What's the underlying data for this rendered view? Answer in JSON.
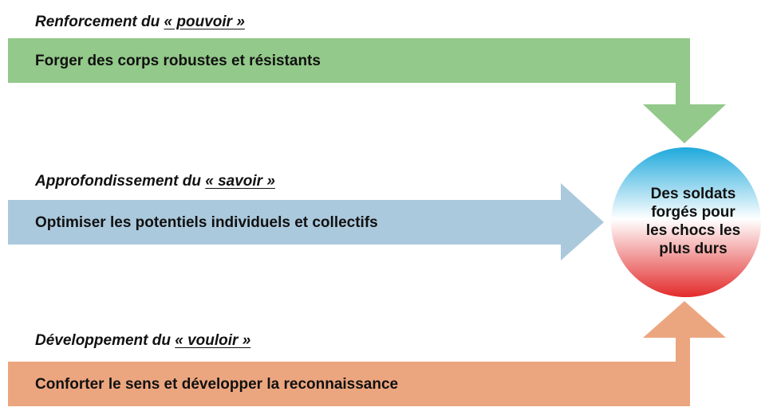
{
  "sections": [
    {
      "heading_prefix": "Renforcement du ",
      "heading_key": "« pouvoir »",
      "bar_text": "Forger des corps robustes et résistants",
      "color": "#93c98a"
    },
    {
      "heading_prefix": "Approfondissement du ",
      "heading_key": "« savoir »",
      "bar_text": "Optimiser les potentiels individuels et collectifs",
      "color": "#abc9dd"
    },
    {
      "heading_prefix": "Développement du ",
      "heading_key": "« vouloir »",
      "bar_text": "Conforter le sens et développer la reconnaissance",
      "color": "#eca67f"
    }
  ],
  "goal": {
    "lines": [
      "Des soldats",
      "forgés pour",
      "les chocs les",
      "plus durs"
    ],
    "gradient_colors": [
      "#1fa9dc",
      "#ffffff",
      "#e32b2b"
    ]
  }
}
